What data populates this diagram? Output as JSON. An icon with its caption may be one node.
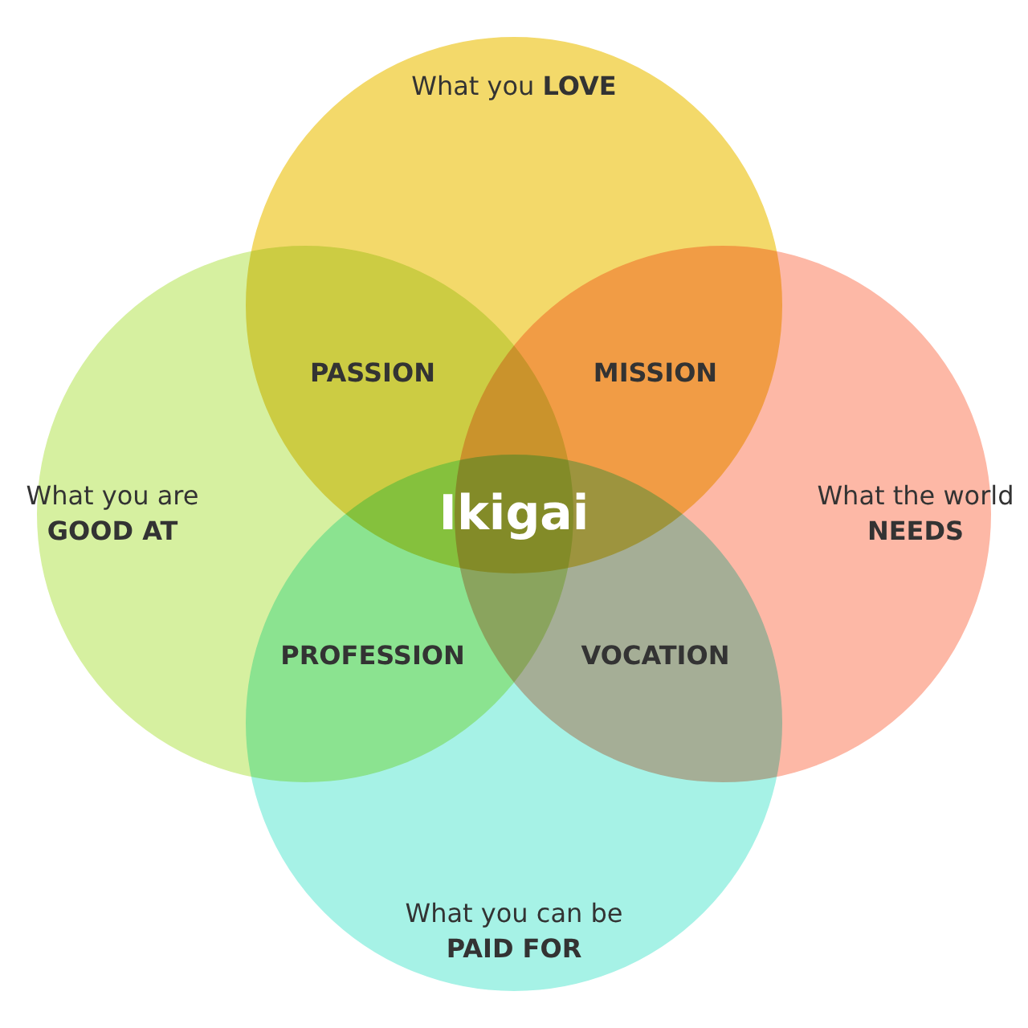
{
  "diagram": {
    "nodes": [
      {
        "text": [
          "What you **LOVE**"
        ]
      },
      {
        "text": [
          "What you are **GOOD AT**"
        ]
      },
      {
        "text": [
          "What the world **NEEDS**"
        ]
      },
      {
        "text": [
          "What you can be **PAID FOR**"
        ]
      },
      {
        "text": [
          "PASSION"
        ]
      },
      {
        "text": [
          "MISSION"
        ]
      },
      {
        "text": [
          "Ikigai"
        ]
      },
      {
        "text": [
          "PROFESSION"
        ]
      },
      {
        "text": [
          "VOCATION"
        ]
      }
    ]
  }
}
